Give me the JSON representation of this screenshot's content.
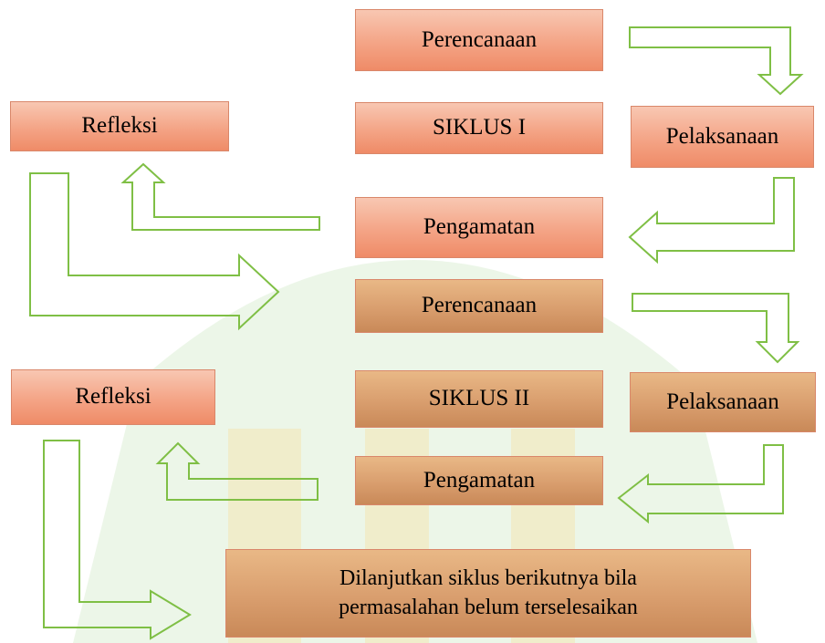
{
  "colors": {
    "arrow_stroke": "#7fbf45",
    "box_border": "#d9876a",
    "cycle1_fill": "#f4a486",
    "cycle2_fill": "#d99e6e"
  },
  "cycle1": {
    "planning": "Perencanaan",
    "title": "SIKLUS I",
    "action": "Pelaksanaan",
    "observation": "Pengamatan",
    "reflection": "Refleksi"
  },
  "cycle2": {
    "planning": "Perencanaan",
    "title": "SIKLUS II",
    "action": "Pelaksanaan",
    "observation": "Pengamatan",
    "reflection": "Refleksi"
  },
  "continuation": {
    "line1": "Dilanjutkan siklus berikutnya bila",
    "line2": "permasalahan belum terselesaikan"
  }
}
